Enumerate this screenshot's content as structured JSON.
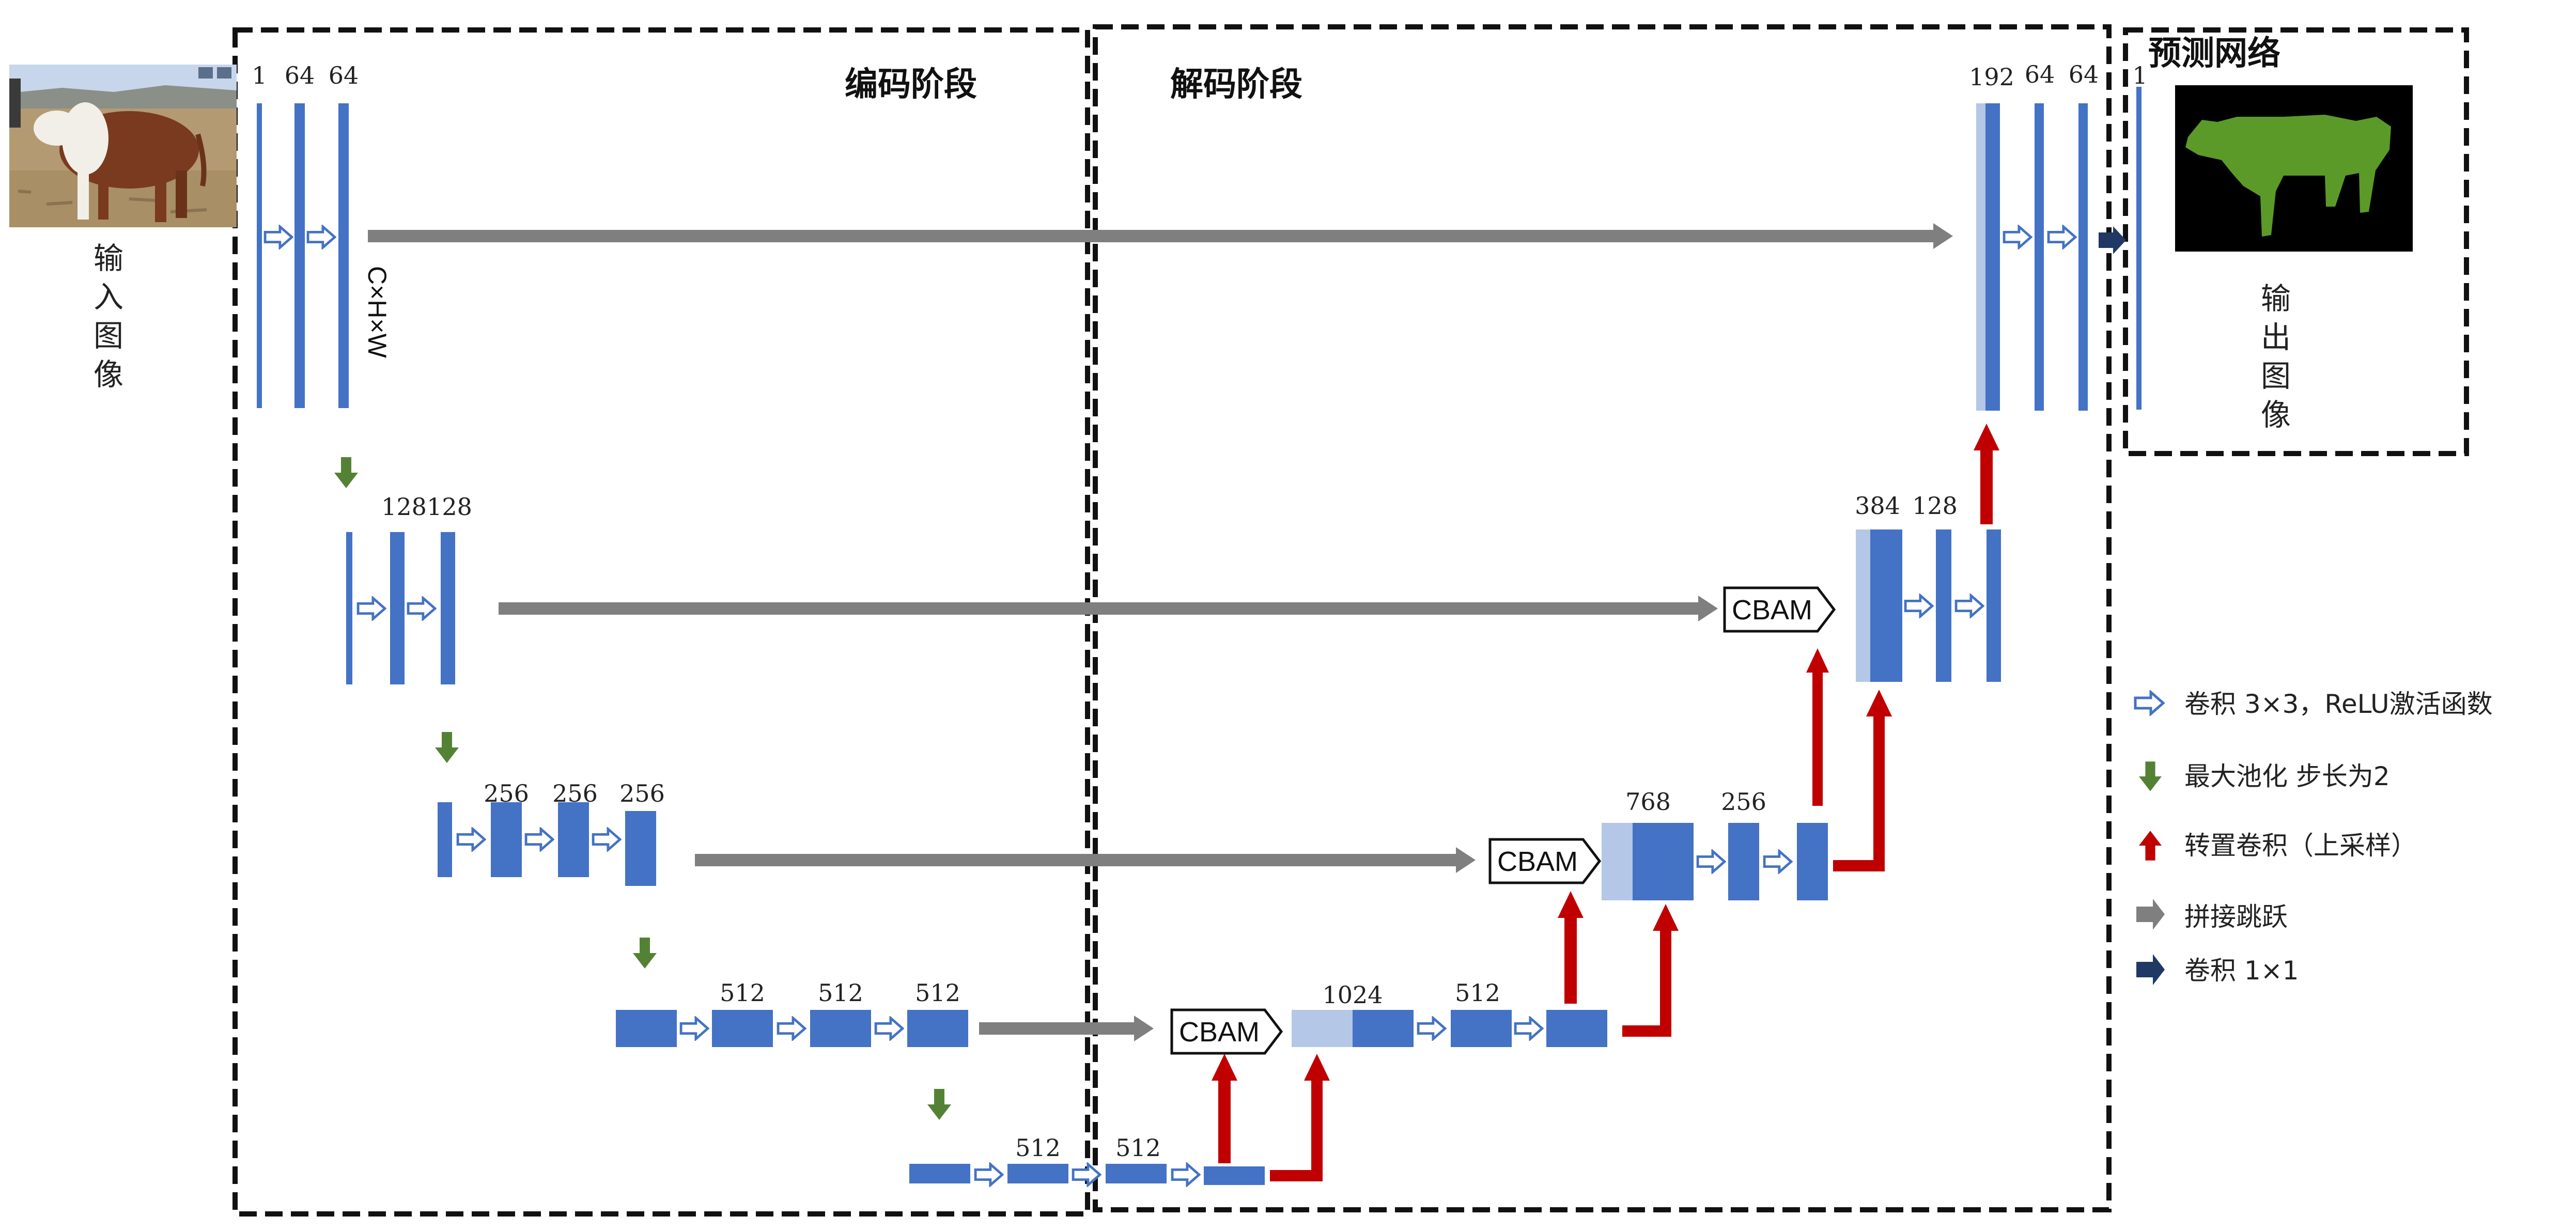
{
  "sections": {
    "encoder": "编码阶段",
    "decoder": "解码阶段",
    "prediction": "预测网络"
  },
  "input": {
    "caption_chars": [
      "输",
      "入",
      "图",
      "像"
    ],
    "dim_label": "C×H×W"
  },
  "output": {
    "caption_chars": [
      "输",
      "出",
      "图",
      "像"
    ]
  },
  "cbam_label": "CBAM",
  "channels": {
    "enc1": [
      "1",
      "64",
      "64"
    ],
    "enc2": [
      "128",
      "128"
    ],
    "enc3": [
      "256",
      "256",
      "256"
    ],
    "enc4": [
      "512",
      "512",
      "512"
    ],
    "bottleneck": [
      "512",
      "512"
    ],
    "dec4": [
      "1024",
      "512"
    ],
    "dec3": [
      "768",
      "256"
    ],
    "dec2": [
      "384",
      "128"
    ],
    "dec1": [
      "192",
      "64",
      "64"
    ],
    "out": "1"
  },
  "legend": {
    "conv3": "卷积 3×3，ReLU激活函数",
    "pool": "最大池化 步长为2",
    "upconv": "转置卷积（上采样）",
    "skip": "拼接跳跃",
    "conv1": "卷积 1×1"
  },
  "colors": {
    "feature_map": "#4472c4",
    "concat_light": "#b4c7e7",
    "skip_arrow": "#7f7f7f",
    "pool_arrow": "#548235",
    "upconv_arrow": "#c00000",
    "conv1_arrow": "#1f3864",
    "mask": "#5b9a28"
  },
  "icons": {
    "conv3": "hollow-right-arrow-icon",
    "pool": "green-down-arrow-icon",
    "upconv": "red-up-arrow-icon",
    "skip": "gray-right-arrow-icon",
    "conv1": "navy-right-arrow-icon"
  }
}
